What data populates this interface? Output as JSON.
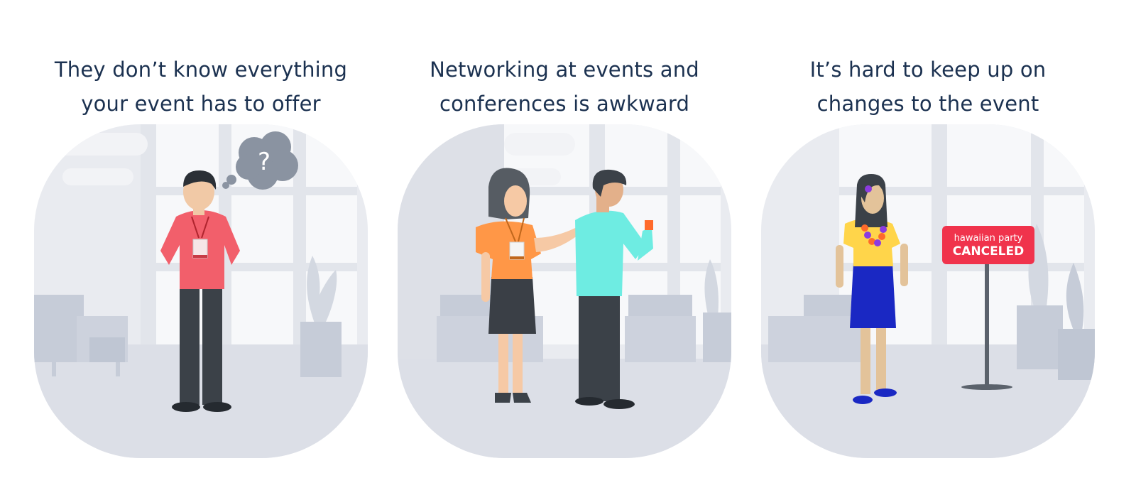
{
  "panels": [
    {
      "caption_line1": "They don’t know everything",
      "caption_line2": "your event has to offer",
      "thought_symbol": "?",
      "icon": "thought-bubble-icon"
    },
    {
      "caption_line1": "Networking at events and",
      "caption_line2": "conferences is awkward"
    },
    {
      "caption_line1": "It’s hard to keep up on",
      "caption_line2": "changes to the event",
      "sign_line1": "hawaiian party",
      "sign_line2": "CANCELED"
    }
  ],
  "colors": {
    "heading": "#1b3150",
    "scene_background": "#e9ebf0",
    "floor": "#dcdfe7",
    "furniture": "#c6ccd8",
    "sign_red": "#f0334c"
  }
}
